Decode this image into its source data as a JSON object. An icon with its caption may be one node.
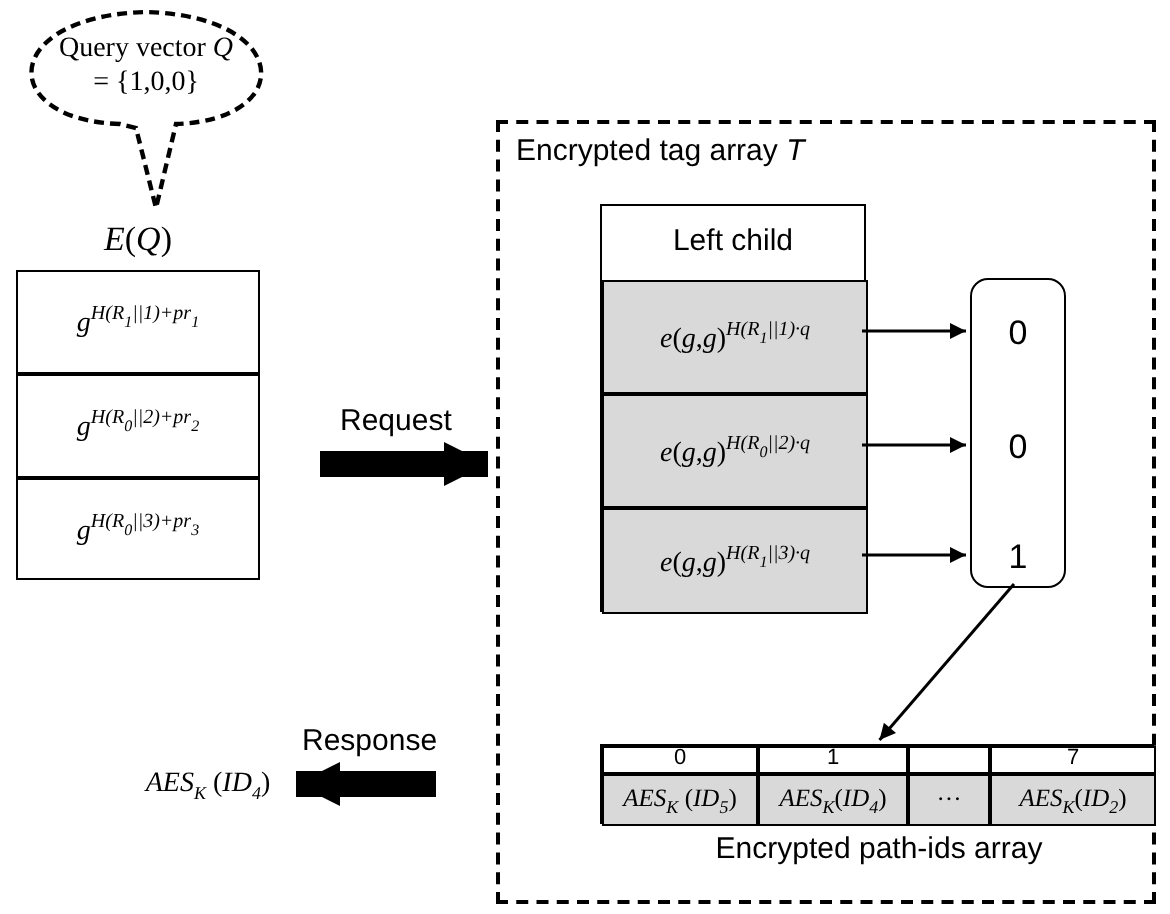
{
  "diagram": {
    "nodes": [
      {
        "text": [
          "Query vector *Q* = {1,0,0}"
        ]
      },
      {
        "text": [
          "*E*(*Q*)"
        ]
      },
      {
        "text": [
          "*g*$^{H(R}$$_{1}$$^{||1)+pr}$$_{1}$"
        ],
        "in": 1
      },
      {
        "text": [
          "*g*$^{H(R}$$_{0}$$^{||2)+pr}$$_{2}$"
        ],
        "in": 1
      },
      {
        "text": [
          "*g*$^{H(R}$$_{0}$$^{||3)+pr}$$_{3}$"
        ],
        "in": 1
      },
      {
        "text": [
          "Encrypted tag array *T*"
        ]
      },
      {
        "text": [
          "Left child"
        ],
        "in": 5
      },
      {
        "text": [
          "*e*(*g*,*g*)$^{H(R}$$_{1}$$^{||1)·q}$"
        ],
        "in": 6
      },
      {
        "text": [
          "*e*(*g*,*g*)$^{H(R}$$_{0}$$^{||2)·q}$"
        ],
        "in": 6
      },
      {
        "text": [
          "*e*(*g*,*g*)$^{H(R}$$_{1}$$^{||3)·q}$"
        ],
        "in": 6
      },
      {
        "text": [
          "0",
          "0",
          "1"
        ],
        "in": 5
      },
      {
        "text": [],
        "shape": "box",
        "in": 5,
        "beside": [
          "Encrypted path-ids array"
        ]
      },
      {
        "text": [
          "0"
        ],
        "in": 11
      },
      {
        "text": [
          "1"
        ],
        "in": 11
      },
      {
        "text": [],
        "shape": "box",
        "in": 11
      },
      {
        "text": [
          "7"
        ],
        "in": 11
      },
      {
        "text": [
          "*AES*$_{K}$ (*ID*$_{5}$)"
        ],
        "in": 11
      },
      {
        "text": [
          "*AES*$_{K}$(*ID*$_{4}$)"
        ],
        "in": 11
      },
      {
        "text": [
          "···"
        ],
        "in": 11
      },
      {
        "text": [
          "*AES*$_{K}$(*ID*$_{2}$)"
        ],
        "in": 11
      },
      {
        "text": [
          "*AES*$_{K}$ (*ID*$_{4}$)"
        ]
      }
    ],
    "edges": [
      {
        "from": 1,
        "to": 5,
        "arrow": "to",
        "label": "Request",
        "style": "thick"
      },
      {
        "from": 7,
        "to": 10,
        "arrow": "to"
      },
      {
        "from": 8,
        "to": 10,
        "arrow": "to"
      },
      {
        "from": 9,
        "to": 10,
        "arrow": "to"
      },
      {
        "from": 10,
        "to": 13,
        "arrow": "to"
      },
      {
        "from": 5,
        "to": 20,
        "arrow": "to",
        "label": "Response",
        "style": "thick"
      }
    ]
  }
}
